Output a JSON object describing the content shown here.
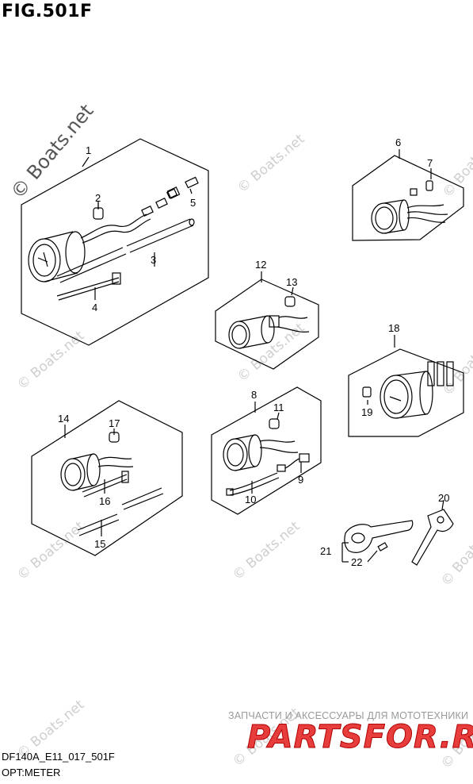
{
  "figure": {
    "title": "FIG.501F"
  },
  "callouts": [
    "1",
    "2",
    "3",
    "4",
    "5",
    "6",
    "7",
    "8",
    "9",
    "10",
    "11",
    "12",
    "13",
    "14",
    "15",
    "16",
    "17",
    "18",
    "19",
    "20",
    "21",
    "22"
  ],
  "watermark": {
    "text": "© Boats.net"
  },
  "footer": {
    "code": "DF140A_E11_017_501F",
    "name": "OPT:METER"
  },
  "brand": {
    "tagline": "ЗАПЧАСТИ И АКСЕССУАРЫ ДЛЯ МОТОТЕХНИКИ",
    "logo": "PARTSFOR.RU",
    "color": "#e32626"
  }
}
